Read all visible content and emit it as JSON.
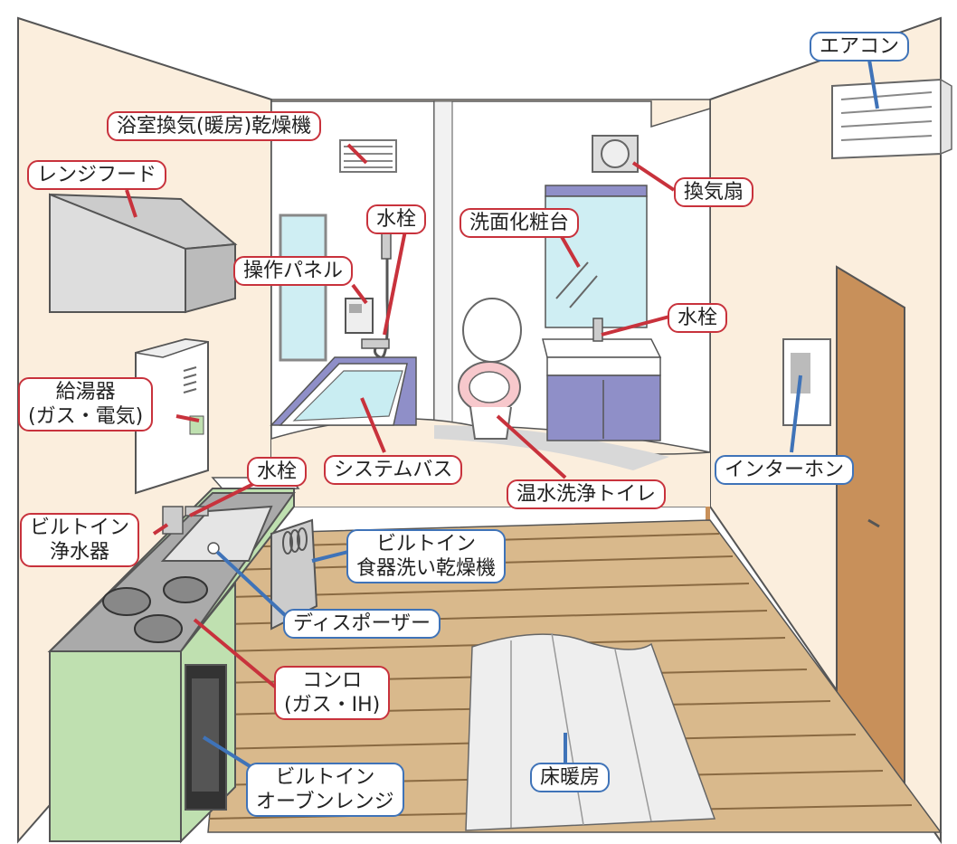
{
  "labels": {
    "aircon": "エアコン",
    "bath_dryer": "浴室換気(暖房)乾燥機",
    "range_hood": "レンジフード",
    "faucet_bath": "水栓",
    "washbasin": "洗面化粧台",
    "vent_fan": "換気扇",
    "control_panel": "操作パネル",
    "faucet_vanity": "水栓",
    "water_heater_1": "給湯器",
    "water_heater_2": "(ガス・電気)",
    "intercom": "インターホン",
    "faucet_kitchen": "水栓",
    "system_bath": "システムバス",
    "washlet": "温水洗浄トイレ",
    "purifier_1": "ビルトイン",
    "purifier_2": "浄水器",
    "dishwasher_1": "ビルトイン",
    "dishwasher_2": "食器洗い乾燥機",
    "disposer": "ディスポーザー",
    "stove_1": "コンロ",
    "stove_2": "(ガス・IH)",
    "floor_heating": "床暖房",
    "oven_1": "ビルトイン",
    "oven_2": "オーブンレンジ"
  },
  "colors": {
    "red_border": "#c8323c",
    "blue_border": "#3f73b8",
    "wall": "#fbeedd",
    "floor": "#d9b98c",
    "cabinet": "#bfe0b0",
    "vanity_purple": "#8f8fc8",
    "door": "#c8905a"
  }
}
